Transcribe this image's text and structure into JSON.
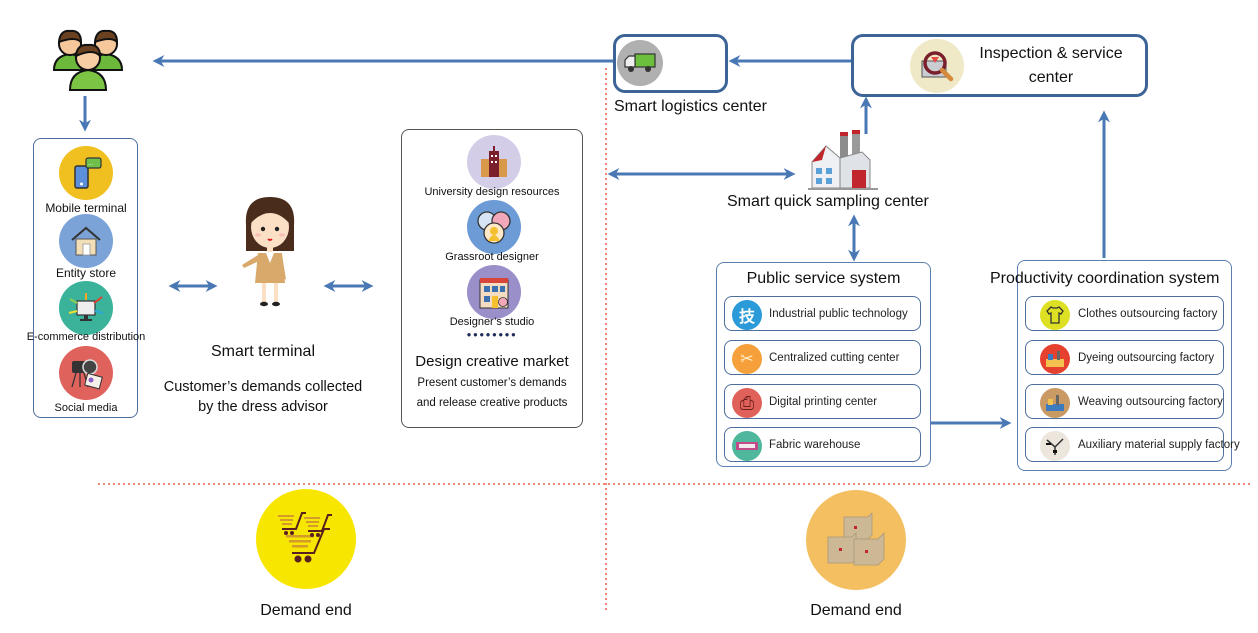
{
  "colors": {
    "arrow": "#4a78b5",
    "divider": "#e8402a",
    "box_border": "#3c6496"
  },
  "customers": {
    "icon": "customer-group-icon"
  },
  "channels": {
    "items": [
      {
        "label": "Mobile terminal",
        "icon": "mobile-chat-icon",
        "color": "#f0c020"
      },
      {
        "label": "Entity store",
        "icon": "store-house-icon",
        "color": "#7ba3d8"
      },
      {
        "label": "E-commerce distribution",
        "icon": "ecommerce-monitor-icon",
        "color": "#3bb39a"
      },
      {
        "label": "Social media",
        "icon": "camera-card-icon",
        "color": "#e0625c"
      }
    ]
  },
  "smart_terminal": {
    "title": "Smart terminal",
    "caption_line1": "Customer’s demands collected",
    "caption_line2": "by the dress advisor",
    "icon": "dress-advisor-icon"
  },
  "design_market": {
    "items": [
      {
        "label": "University design resources",
        "icon": "university-building-icon",
        "color": "#d3cde8"
      },
      {
        "label": "Grassroot designer",
        "icon": "designers-group-icon",
        "color": "#6c9bd6"
      },
      {
        "label": "Designer’s studio",
        "icon": "studio-building-icon",
        "color": "#9b8fc9"
      }
    ],
    "dots": "●●●●●●●●",
    "title": "Design creative market",
    "caption_line1": "Present customer’s demands",
    "caption_line2": "and release creative products"
  },
  "logistics": {
    "label": "Smart logistics center",
    "icon": "delivery-truck-icon"
  },
  "inspection": {
    "label_line1": "Inspection & service",
    "label_line2": "center",
    "icon": "inspection-magnifier-icon"
  },
  "sampling": {
    "label": "Smart quick sampling center",
    "icon": "factory-icon"
  },
  "public_service": {
    "title": "Public service system",
    "items": [
      {
        "label": "Industrial public technology",
        "icon": "technology-char-icon",
        "glyph": "技",
        "color": "#2a9ad8"
      },
      {
        "label": "Centralized cutting center",
        "icon": "scissors-icon",
        "glyph": "✂",
        "color": "#f5a03a"
      },
      {
        "label": "Digital printing center",
        "icon": "printer-icon",
        "glyph": "⎙",
        "color": "#e0605a"
      },
      {
        "label": "Fabric warehouse",
        "icon": "fabric-roll-icon",
        "glyph": "▭",
        "color": "#4fb79b"
      }
    ]
  },
  "productivity": {
    "title": "Productivity coordination system",
    "items": [
      {
        "label": "Clothes outsourcing factory",
        "icon": "shirt-icon",
        "glyph": "👕",
        "color": "#dde023"
      },
      {
        "label": "Dyeing outsourcing factory",
        "icon": "dyeing-factory-icon",
        "glyph": "▟",
        "color": "#e6402e"
      },
      {
        "label": "Weaving outsourcing factory",
        "icon": "weaving-factory-icon",
        "glyph": "▙",
        "color": "#c99a64"
      },
      {
        "label": "Auxiliary material supply factory",
        "icon": "needle-thread-icon",
        "glyph": "✕",
        "color": "#ece6dc"
      }
    ]
  },
  "bottom_left": {
    "label": "Demand end",
    "icon": "shopping-carts-icon",
    "color": "#f7e600"
  },
  "bottom_right": {
    "label": "Demand end",
    "icon": "cardboard-boxes-icon",
    "color": "#f3bf60"
  }
}
